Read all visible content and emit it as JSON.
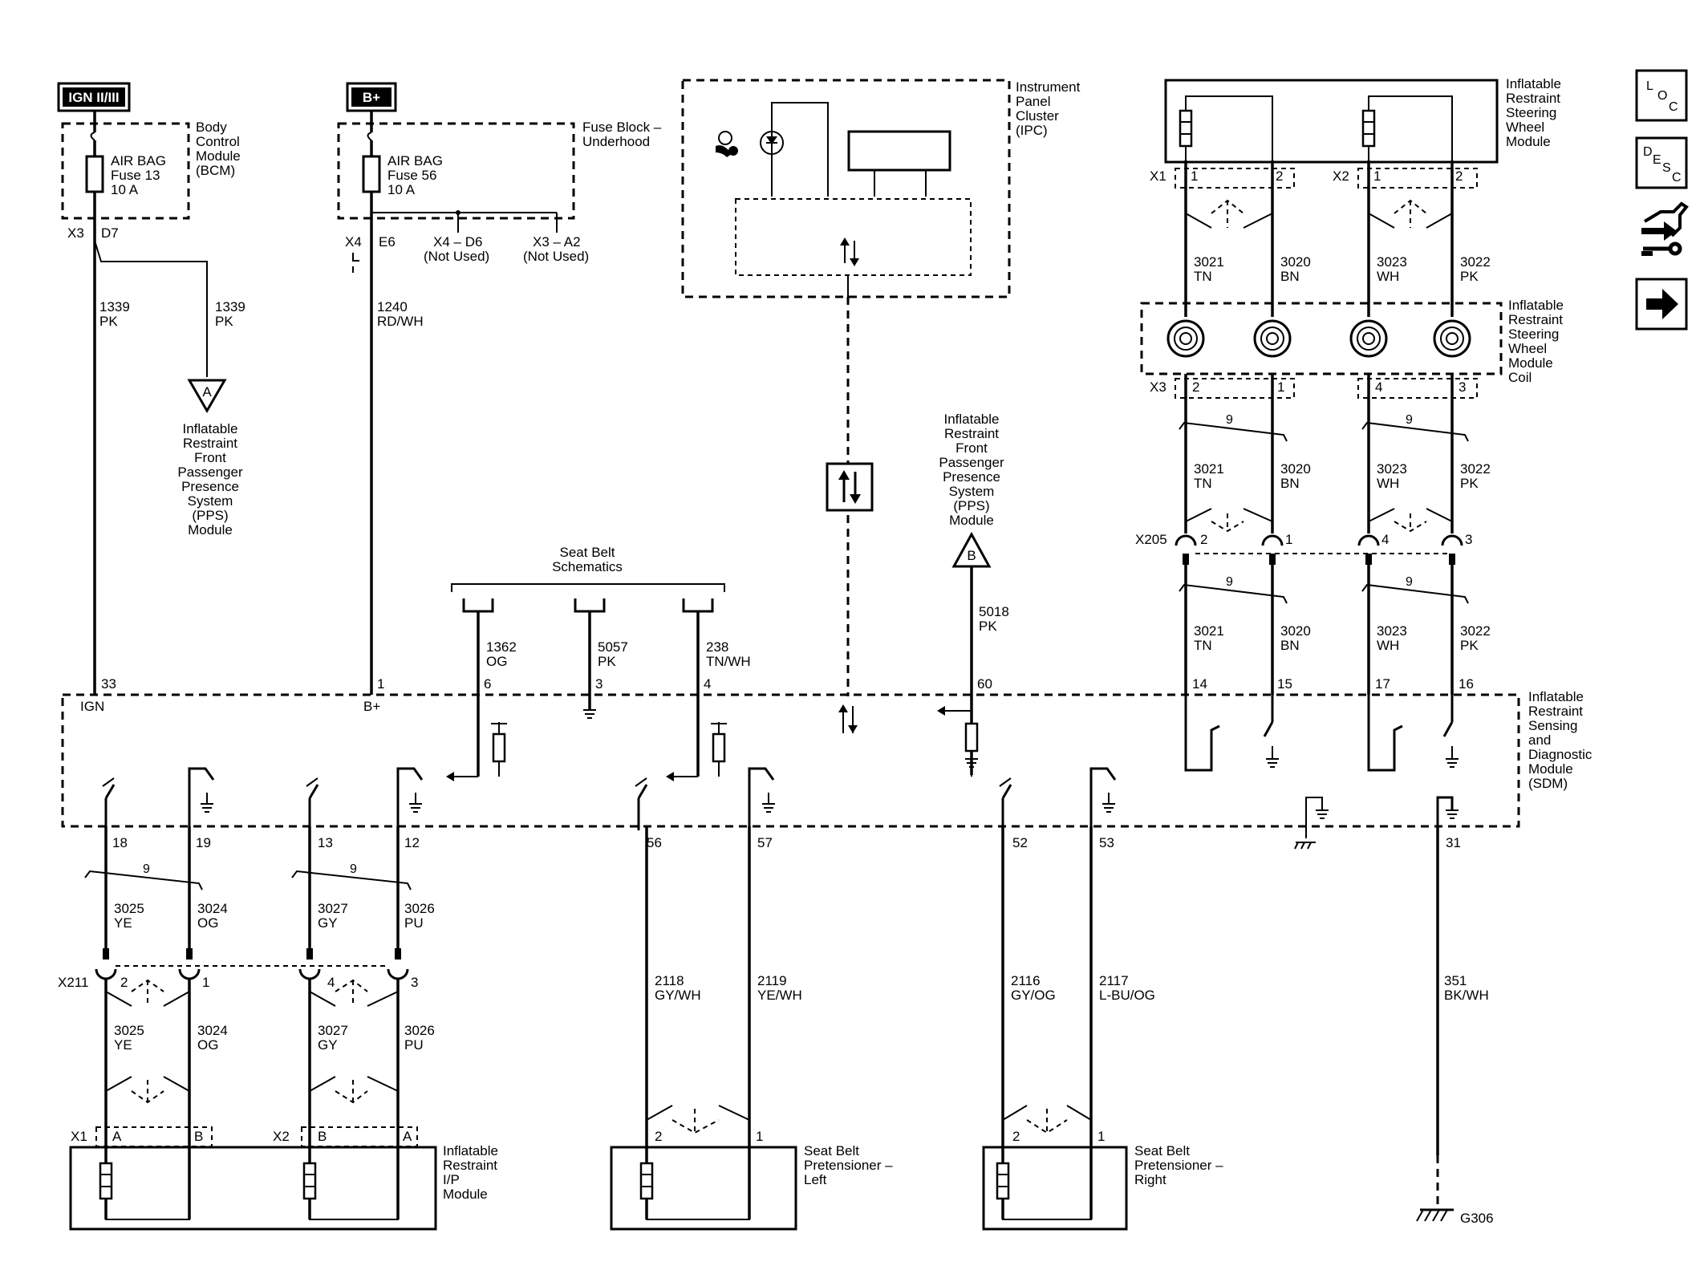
{
  "top_tags": {
    "ign": "IGN II/III",
    "bplus": "B+"
  },
  "bcm": {
    "label_l1": "Body",
    "label_l2": "Control",
    "label_l3": "Module",
    "label_l4": "(BCM)",
    "fuse_l1": "AIR BAG",
    "fuse_l2": "Fuse 13",
    "fuse_l3": "10 A",
    "conn_x3": "X3",
    "conn_d7": "D7"
  },
  "fuse_block": {
    "label_l1": "Fuse Block –",
    "label_l2": "Underhood",
    "fuse_l1": "AIR BAG",
    "fuse_l2": "Fuse 56",
    "fuse_l3": "10 A",
    "conn_x4": "X4",
    "conn_e6": "E6",
    "x4d6": "X4 – D6",
    "x4d6_note": "(Not Used)",
    "x3a2": "X3 – A2",
    "x3a2_note": "(Not Used)"
  },
  "ipc": {
    "l1": "Instrument",
    "l2": "Panel",
    "l3": "Cluster",
    "l4": "(IPC)"
  },
  "steering_module": {
    "l1": "Inflatable",
    "l2": "Restraint",
    "l3": "Steering",
    "l4": "Wheel",
    "l5": "Module"
  },
  "steering_coil": {
    "l1": "Inflatable",
    "l2": "Restraint",
    "l3": "Steering",
    "l4": "Wheel",
    "l5": "Module",
    "l6": "Coil"
  },
  "pps_a": {
    "tag": "A",
    "l1": "Inflatable",
    "l2": "Restraint",
    "l3": "Front",
    "l4": "Passenger",
    "l5": "Presence",
    "l6": "System",
    "l7": "(PPS)",
    "l8": "Module"
  },
  "pps_b": {
    "tag": "B",
    "l1": "Inflatable",
    "l2": "Restraint",
    "l3": "Front",
    "l4": "Passenger",
    "l5": "Presence",
    "l6": "System",
    "l7": "(PPS)",
    "l8": "Module"
  },
  "seat_belt_schematics": {
    "l1": "Seat Belt",
    "l2": "Schematics"
  },
  "sdm": {
    "l1": "Inflatable",
    "l2": "Restraint",
    "l3": "Sensing",
    "l4": "and",
    "l5": "Diagnostic",
    "l6": "Module",
    "l7": "(SDM)"
  },
  "ip_module": {
    "l1": "Inflatable",
    "l2": "Restraint",
    "l3": "I/P",
    "l4": "Module"
  },
  "pret_left": {
    "l1": "Seat Belt",
    "l2": "Pretensioner –",
    "l3": "Left"
  },
  "pret_right": {
    "l1": "Seat Belt",
    "l2": "Pretensioner –",
    "l3": "Right"
  },
  "wires": {
    "w1339a_n": "1339",
    "w1339a_c": "PK",
    "w1339b_n": "1339",
    "w1339b_c": "PK",
    "w1240_n": "1240",
    "w1240_c": "RD/WH",
    "w1362_n": "1362",
    "w1362_c": "OG",
    "w5057_n": "5057",
    "w5057_c": "PK",
    "w238_n": "238",
    "w238_c": "TN/WH",
    "w5018_n": "5018",
    "w5018_c": "PK",
    "w2118_n": "2118",
    "w2118_c": "GY/WH",
    "w2119_n": "2119",
    "w2119_c": "YE/WH",
    "w2116_n": "2116",
    "w2116_c": "GY/OG",
    "w2117_n": "2117",
    "w2117_c": "L-BU/OG",
    "w351_n": "351",
    "w351_c": "BK/WH",
    "n3021": "3021",
    "c3021": "TN",
    "n3020": "3020",
    "c3020": "BN",
    "n3023": "3023",
    "c3023": "WH",
    "n3022": "3022",
    "c3022": "PK",
    "n3025": "3025",
    "c3025": "YE",
    "n3024": "3024",
    "c3024": "OG",
    "n3027": "3027",
    "c3027": "GY",
    "n3026": "3026",
    "c3026": "PU",
    "twist": "9"
  },
  "pins": {
    "p33": "33",
    "ign": "IGN",
    "p1": "1",
    "bplus": "B+",
    "p6": "6",
    "p3": "3",
    "p4": "4",
    "p60": "60",
    "p14": "14",
    "p15": "15",
    "p17": "17",
    "p16": "16",
    "p18": "18",
    "p19": "19",
    "p13": "13",
    "p12": "12",
    "p56": "56",
    "p57": "57",
    "p52": "52",
    "p53": "53",
    "p31": "31",
    "one": "1",
    "two": "2",
    "three": "3",
    "four": "4",
    "A": "A",
    "B": "B"
  },
  "connectors": {
    "x1": "X1",
    "x2": "X2",
    "x3": "X3",
    "x205": "X205",
    "x211": "X211"
  },
  "ground": {
    "g306": "G306"
  },
  "nav": {
    "loc_l": "L",
    "loc_o": "O",
    "loc_c": "C",
    "desc_d": "D",
    "desc_e": "E",
    "desc_s": "S",
    "desc_c": "C"
  }
}
